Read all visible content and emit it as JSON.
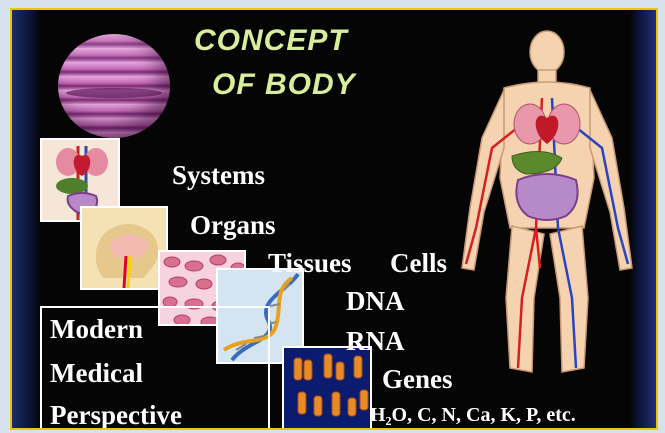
{
  "slide": {
    "title_line1": "CONCEPT",
    "title_line2": "OF BODY",
    "levels": [
      "Systems",
      "Organs",
      "Tissues",
      "Cells",
      "DNA",
      "RNA",
      "Genes",
      "H₂O, C, N, Ca, K, P, etc."
    ],
    "perspective": [
      "Modern",
      "Medical",
      "Perspective"
    ]
  },
  "colors": {
    "border": "#e8c800",
    "title": "#d9ee9d",
    "text": "#ffffff",
    "globe": "#a24b98"
  },
  "icons": [
    "globe-icon",
    "circulatory-system-icon",
    "brain-head-icon",
    "tissue-cells-icon",
    "dna-helix-icon",
    "chromosomes-icon",
    "human-body-icon"
  ]
}
